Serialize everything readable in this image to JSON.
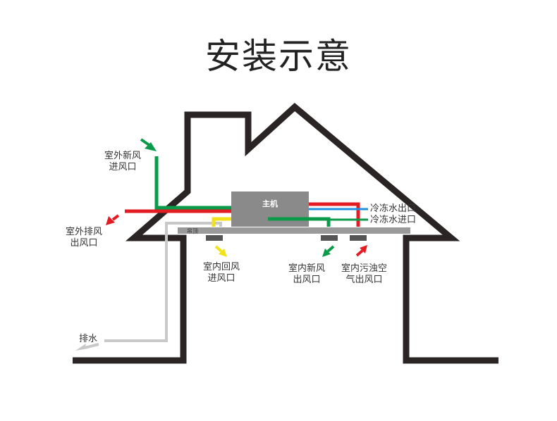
{
  "title": "安装示意",
  "host_unit": "主机",
  "ceiling": "吊顶",
  "labels": {
    "outdoor_fresh_air_in": [
      "室外新风",
      "进风口"
    ],
    "outdoor_exhaust_out": [
      "室外排风",
      "出风口"
    ],
    "indoor_return_air_in": [
      "室内回风",
      "进风口"
    ],
    "indoor_fresh_air_out": [
      "室内新风",
      "出风口"
    ],
    "indoor_dirty_air_out": [
      "室内污浊空",
      "气出风口"
    ],
    "chilled_water_out": "冷冻水出口",
    "chilled_water_in": "冷冻水进口",
    "drain": "排水"
  },
  "colors": {
    "house_outline": "#2a2524",
    "fresh_air": "#0a9a4a",
    "exhaust": "#e31b23",
    "water_out": "#1e90e0",
    "return_air": "#f2e21a",
    "drain": "#c8c8c8",
    "unit": "#8a8a8a",
    "ceiling": "#9a9a9a",
    "vent": "#555555"
  }
}
